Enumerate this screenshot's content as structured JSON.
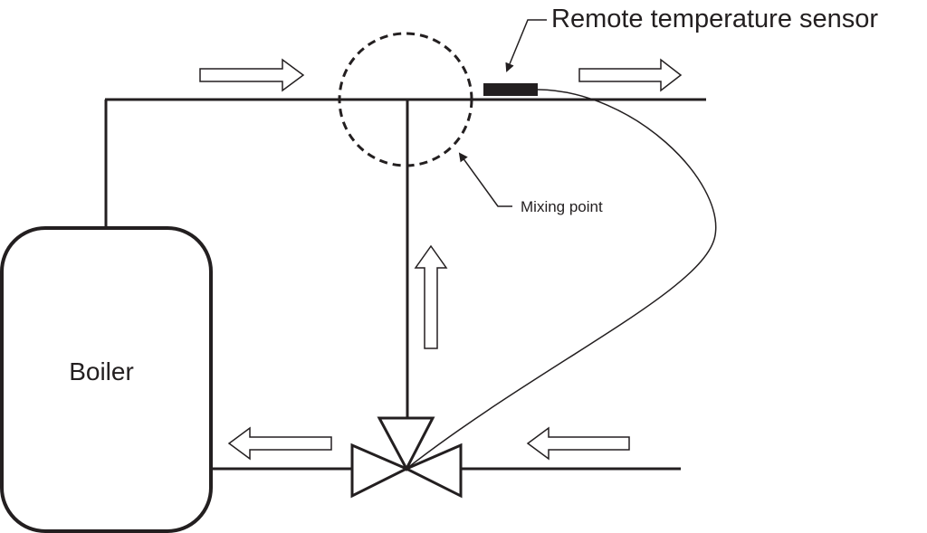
{
  "labels": {
    "boiler": "Boiler",
    "sensor": "Remote temperature sensor",
    "mixing_point": "Mixing point"
  },
  "colors": {
    "line": "#231f20",
    "background": "#ffffff"
  }
}
